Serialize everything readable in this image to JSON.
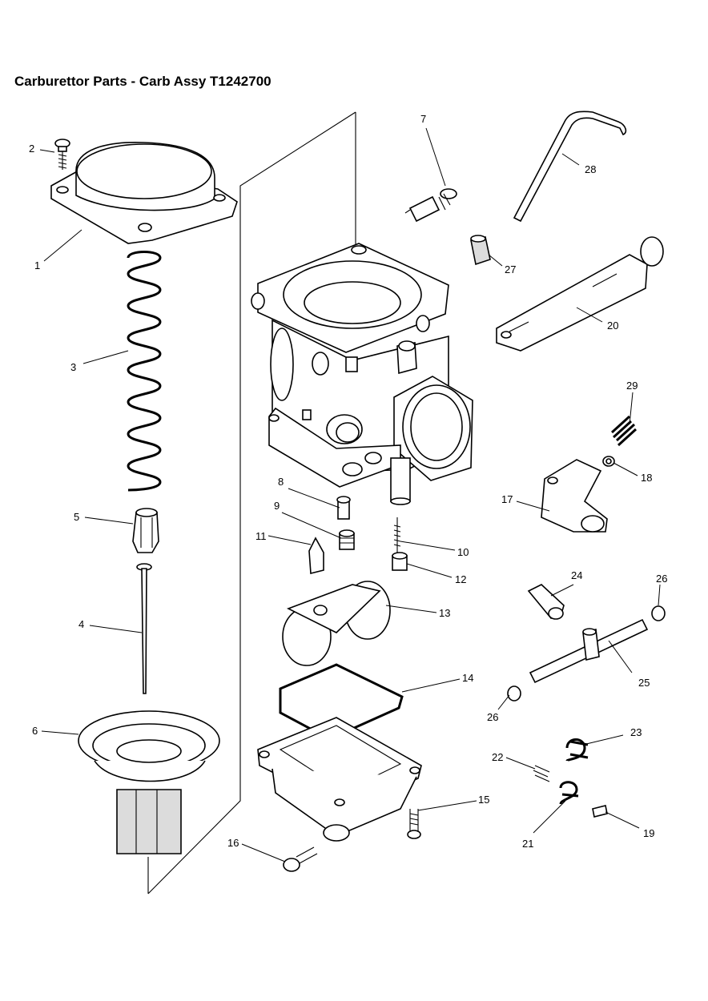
{
  "title": "Carburettor Parts - Carb Assy T1242700",
  "callouts": {
    "c1": "1",
    "c2": "2",
    "c3": "3",
    "c4": "4",
    "c5": "5",
    "c6": "6",
    "c7": "7",
    "c8": "8",
    "c9": "9",
    "c10": "10",
    "c11": "11",
    "c12": "12",
    "c13": "13",
    "c14": "14",
    "c15": "15",
    "c16": "16",
    "c17": "17",
    "c18": "18",
    "c19": "19",
    "c20": "20",
    "c21": "21",
    "c22": "22",
    "c23": "23",
    "c24": "24",
    "c25": "25",
    "c26a": "26",
    "c26b": "26",
    "c27": "27",
    "c28": "28",
    "c29": "29"
  }
}
